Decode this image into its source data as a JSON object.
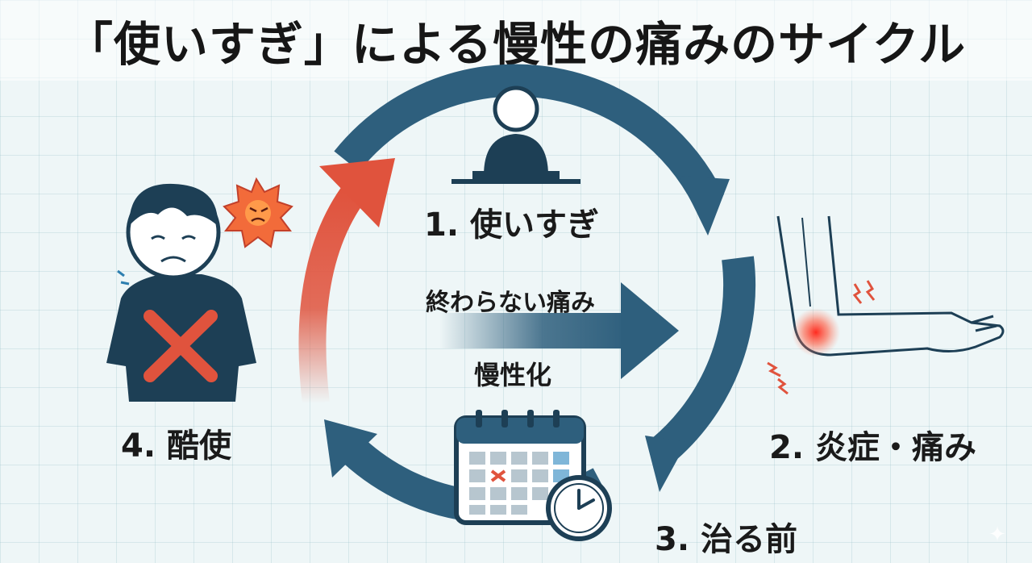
{
  "title": "「使いすぎ」による慢性の痛みのサイクル",
  "steps": [
    {
      "label": "1. 使いすぎ"
    },
    {
      "label": "2. 炎症・痛み"
    },
    {
      "label": "3. 治る前"
    },
    {
      "label": "4. 酷使"
    }
  ],
  "center": {
    "top": "終わらない痛み",
    "bottom": "慢性化"
  },
  "colors": {
    "cycle_blue": "#2e5f7d",
    "accent_red": "#e0533d",
    "pain_red": "#ff3b2f"
  },
  "icons": [
    "person-at-desk-icon",
    "inflamed-arm-icon",
    "calendar-icon",
    "clock-icon",
    "sad-person-icon",
    "x-mark-icon",
    "pain-burst-icon",
    "sparkle-icon"
  ]
}
